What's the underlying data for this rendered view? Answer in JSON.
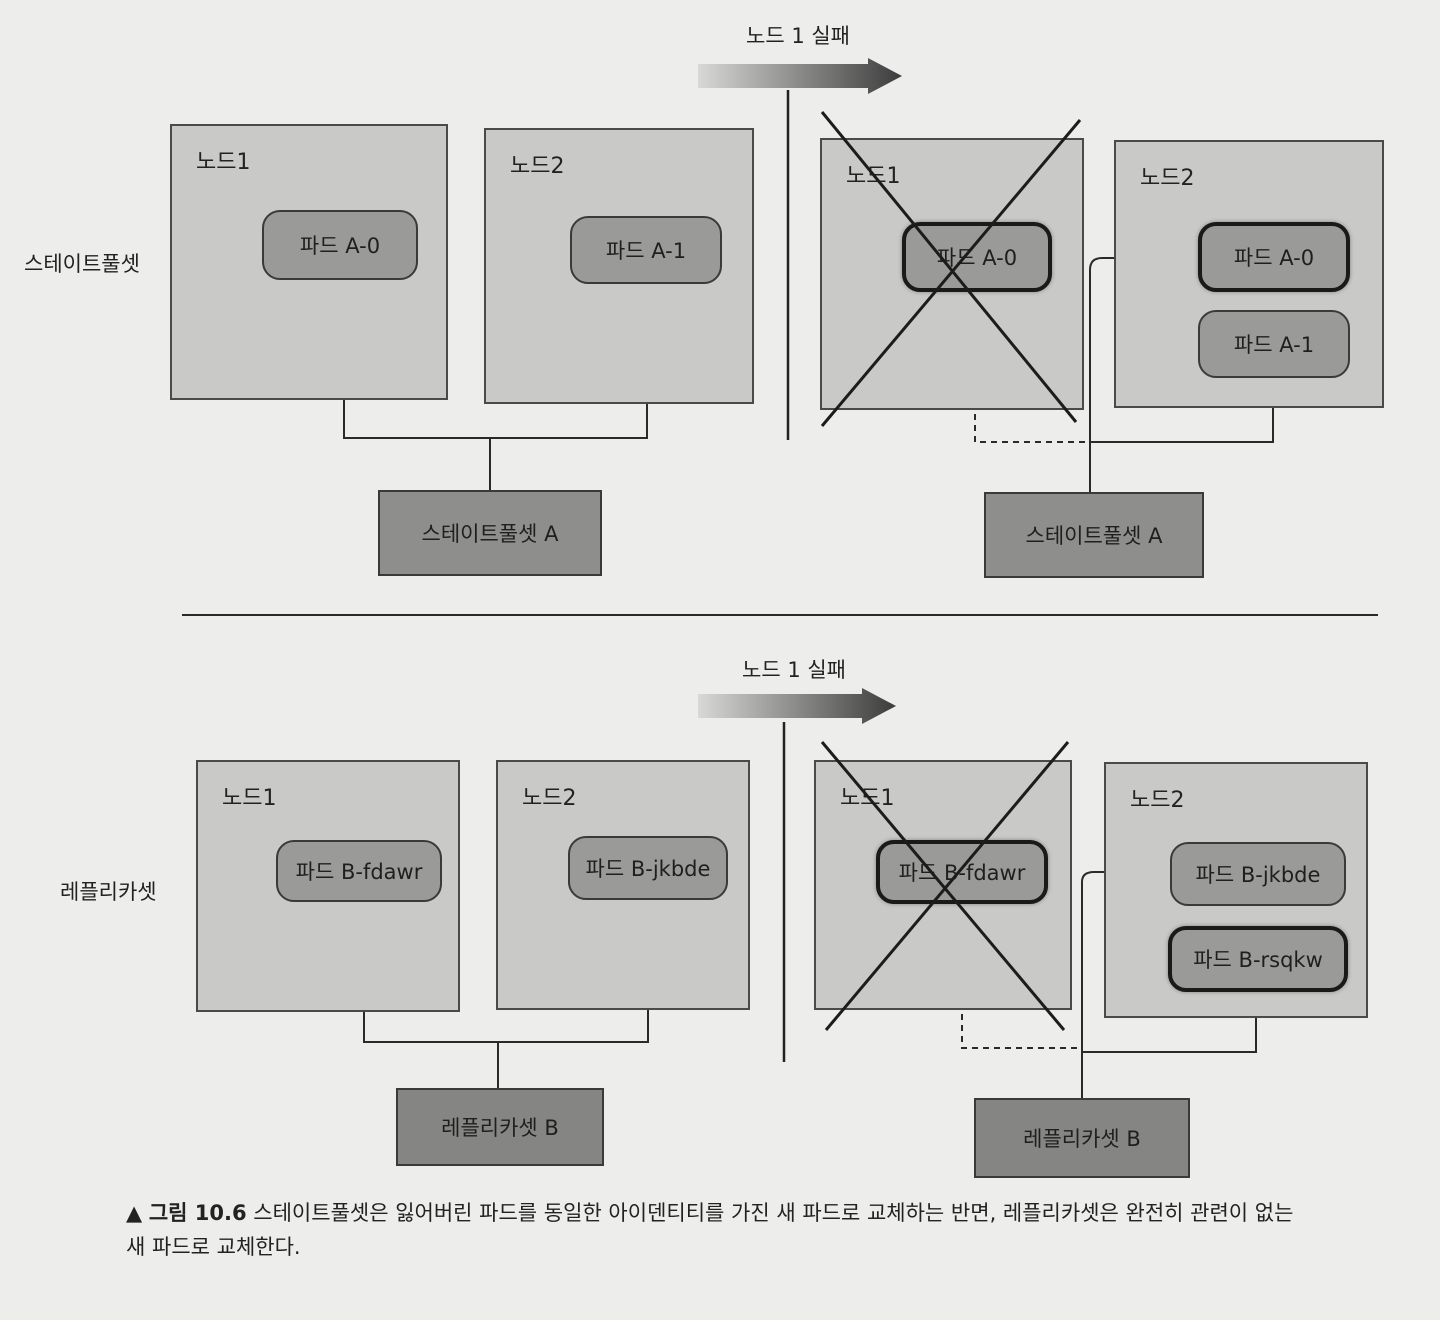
{
  "statefulset_section": {
    "row_label": "스테이트풀셋",
    "failure_label": "노드 1 실패",
    "before": {
      "node1": {
        "label": "노드1",
        "pod": "파드 A-0"
      },
      "node2": {
        "label": "노드2",
        "pod": "파드 A-1"
      },
      "controller": "스테이트풀셋 A"
    },
    "after": {
      "node1": {
        "label": "노드1",
        "pod": "파드 A-0"
      },
      "node2": {
        "label": "노드2",
        "pods": [
          "파드 A-0",
          "파드 A-1"
        ]
      },
      "controller": "스테이트풀셋 A"
    }
  },
  "replicaset_section": {
    "row_label": "레플리카셋",
    "failure_label": "노드 1 실패",
    "before": {
      "node1": {
        "label": "노드1",
        "pod": "파드 B-fdawr"
      },
      "node2": {
        "label": "노드2",
        "pod": "파드 B-jkbde"
      },
      "controller": "레플리카셋 B"
    },
    "after": {
      "node1": {
        "label": "노드1",
        "pod": "파드 B-fdawr"
      },
      "node2": {
        "label": "노드2",
        "pods": [
          "파드 B-jkbde",
          "파드 B-rsqkw"
        ]
      },
      "controller": "레플리카셋 B"
    }
  },
  "caption": {
    "marker": "▲",
    "figure_number": "그림 10.6",
    "text": "스테이트풀셋은 잃어버린 파드를 동일한 아이덴티티를 가진 새 파드로 교체하는 반면, 레플리카셋은 완전히 관련이 없는 새 파드로 교체한다."
  }
}
